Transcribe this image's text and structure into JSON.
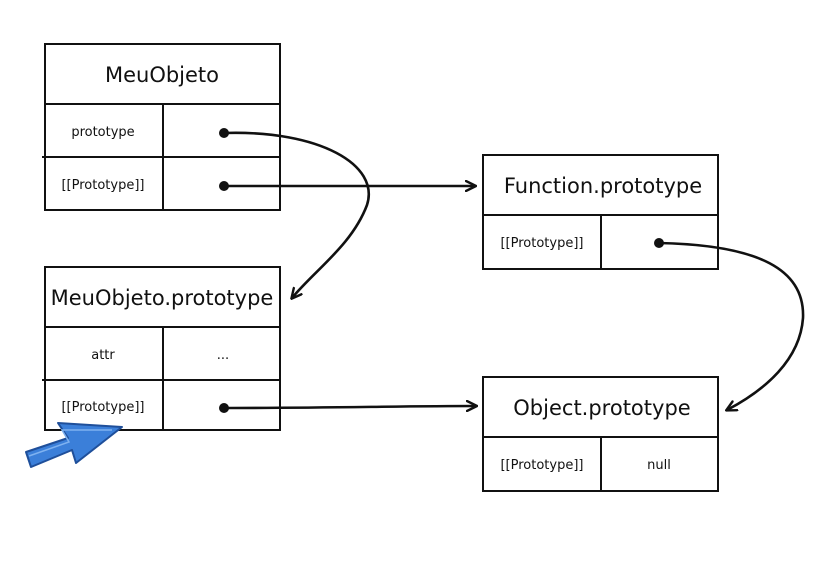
{
  "boxes": {
    "meuobjeto": {
      "title": "MeuObjeto",
      "row1_key": "prototype",
      "row2_key": "[[Prototype]]"
    },
    "meuobjeto_prototype": {
      "title": "MeuObjeto.prototype",
      "row1_key": "attr",
      "row1_value": "...",
      "row2_key": "[[Prototype]]"
    },
    "function_prototype": {
      "title": "Function.prototype",
      "row1_key": "[[Prototype]]"
    },
    "object_prototype": {
      "title": "Object.prototype",
      "row1_key": "[[Prototype]]",
      "row1_value": "null"
    }
  },
  "colors": {
    "stroke": "#111111",
    "highlight_arrow": "#3b7fd9",
    "highlight_arrow_dark": "#1f4f9a"
  },
  "icons": {
    "pointer": "blue-pointer-arrow-icon"
  }
}
